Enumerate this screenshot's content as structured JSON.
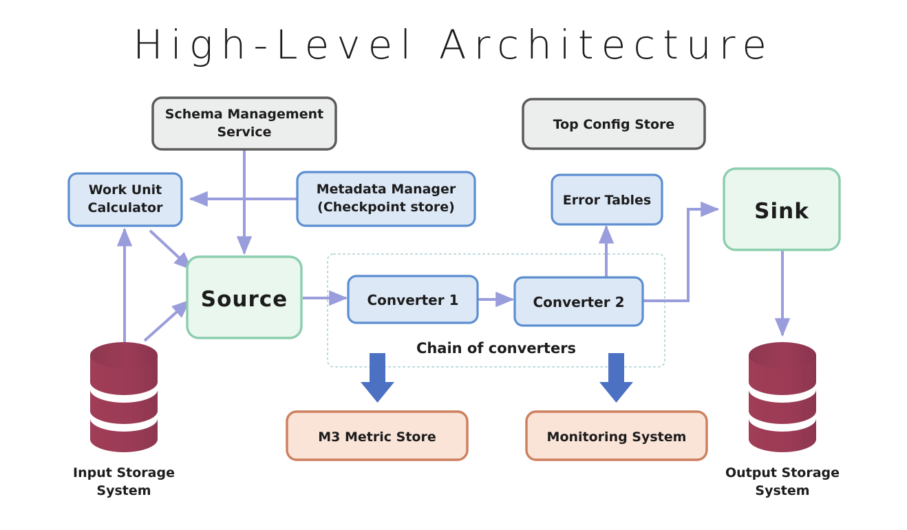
{
  "page": {
    "title": "High-Level Architecture",
    "background": "#ffffff"
  },
  "palette": {
    "gray_fill": "#eceded",
    "gray_stroke": "#5b5b5b",
    "blue_fill": "#dde8f7",
    "blue_stroke": "#5b8ed0",
    "green_fill": "#e9f7ef",
    "green_stroke": "#8ccdae",
    "orange_fill": "#fae3d7",
    "orange_stroke": "#cd7f5e",
    "arrow_purple": "#9a9ddb",
    "arrow_blue_thick": "#4c70c2",
    "dashed_border": "#b9d9da",
    "db_body": "#9c3b55",
    "db_top": "#8f3850",
    "db_band": "#ffffff",
    "text": "#1c1c1c"
  },
  "nodes": {
    "schema_management_service": {
      "label_line1": "Schema Management",
      "label_line2": "Service",
      "kind": "gray-box"
    },
    "top_config_store": {
      "label": "Top Config Store",
      "kind": "gray-box"
    },
    "work_unit_calculator": {
      "label_line1": "Work Unit",
      "label_line2": "Calculator",
      "kind": "blue-box"
    },
    "metadata_manager": {
      "label_line1": "Metadata Manager",
      "label_line2": "(Checkpoint store)",
      "kind": "blue-box"
    },
    "error_tables": {
      "label": "Error Tables",
      "kind": "blue-box"
    },
    "source": {
      "label": "Source",
      "kind": "green-box"
    },
    "sink": {
      "label": "Sink",
      "kind": "green-box"
    },
    "converter_1": {
      "label": "Converter 1",
      "kind": "blue-box"
    },
    "converter_2": {
      "label": "Converter 2",
      "kind": "blue-box"
    },
    "m3_metric_store": {
      "label": "M3 Metric Store",
      "kind": "orange-box"
    },
    "monitoring_system": {
      "label": "Monitoring System",
      "kind": "orange-box"
    },
    "input_storage_system": {
      "label_line1": "Input Storage",
      "label_line2": "System",
      "kind": "database-cylinder"
    },
    "output_storage_system": {
      "label_line1": "Output Storage",
      "label_line2": "System",
      "kind": "database-cylinder"
    }
  },
  "groups": {
    "chain_of_converters": {
      "caption": "Chain of converters",
      "style": "dotted-rounded-rect"
    }
  },
  "edges": [
    {
      "from": "input_storage_system",
      "to": "work_unit_calculator",
      "style": "thin-purple-arrow",
      "direction": "up"
    },
    {
      "from": "work_unit_calculator",
      "to": "source",
      "style": "thin-purple-arrow",
      "direction": "diagonal-down-right"
    },
    {
      "from": "input_storage_system",
      "to": "source",
      "style": "thin-purple-arrow",
      "direction": "diagonal-up-right"
    },
    {
      "from": "schema_management_service",
      "to": "source",
      "style": "thin-purple-arrow",
      "direction": "down"
    },
    {
      "from": "metadata_manager",
      "to": "work_unit_calculator",
      "style": "thin-purple-arrow",
      "direction": "left"
    },
    {
      "from": "source",
      "to": "converter_1",
      "style": "thin-purple-arrow",
      "direction": "right"
    },
    {
      "from": "converter_1",
      "to": "converter_2",
      "style": "thin-purple-arrow",
      "direction": "right"
    },
    {
      "from": "converter_2",
      "to": "error_tables",
      "style": "thin-purple-arrow",
      "direction": "up"
    },
    {
      "from": "converter_2",
      "to": "sink",
      "style": "thin-purple-elbow-arrow",
      "direction": "right-up-right"
    },
    {
      "from": "sink",
      "to": "output_storage_system",
      "style": "thin-purple-arrow",
      "direction": "down"
    },
    {
      "from": "converter_1",
      "to": "m3_metric_store",
      "style": "thick-blue-arrow",
      "direction": "down"
    },
    {
      "from": "converter_2",
      "to": "monitoring_system",
      "style": "thick-blue-arrow",
      "direction": "down"
    }
  ]
}
